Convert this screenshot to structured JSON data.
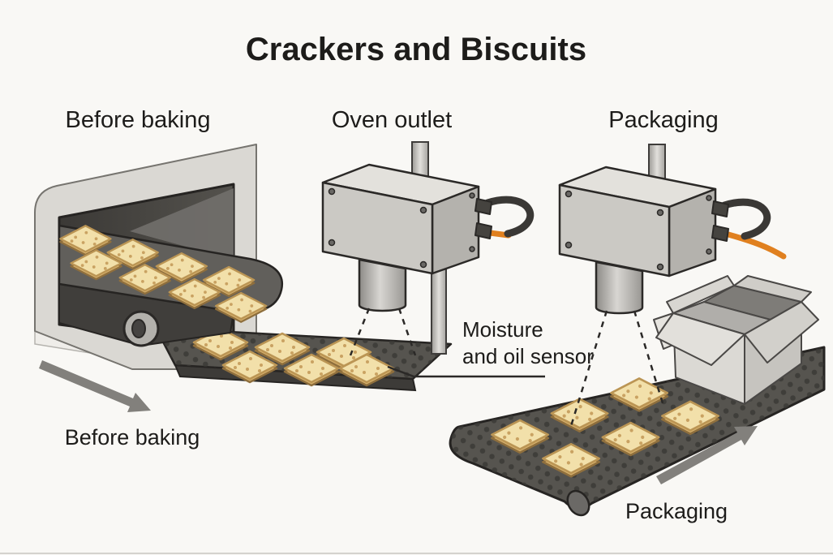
{
  "figure": {
    "title": "Crackers and Biscuits",
    "stage_labels": [
      "Before baking",
      "Oven outlet",
      "Packaging"
    ],
    "annotations": {
      "sensor_line1": "Moisture",
      "sensor_line2": "and oil sensor"
    },
    "captions": {
      "before_baking": "Before baking",
      "packaging": "Packaging"
    },
    "colors": {
      "background": "#f9f8f5",
      "text": "#1d1c1a",
      "outline": "#2b2927",
      "oven_body": "#dad8d3",
      "oven_interior_dark": "#3b3936",
      "belt_smooth": "#615f5b",
      "belt_textured": "#56544f",
      "belt_dot": "#3a3835",
      "cracker_fill": "#f2e0aa",
      "cracker_edge": "#bb9554",
      "sensor_body": "#cbc9c4",
      "cable_dark": "#3a3835",
      "cable_orange": "#e0801f",
      "box_cardboard": "#dbd9d4",
      "arrow_gray": "#82807c"
    }
  }
}
